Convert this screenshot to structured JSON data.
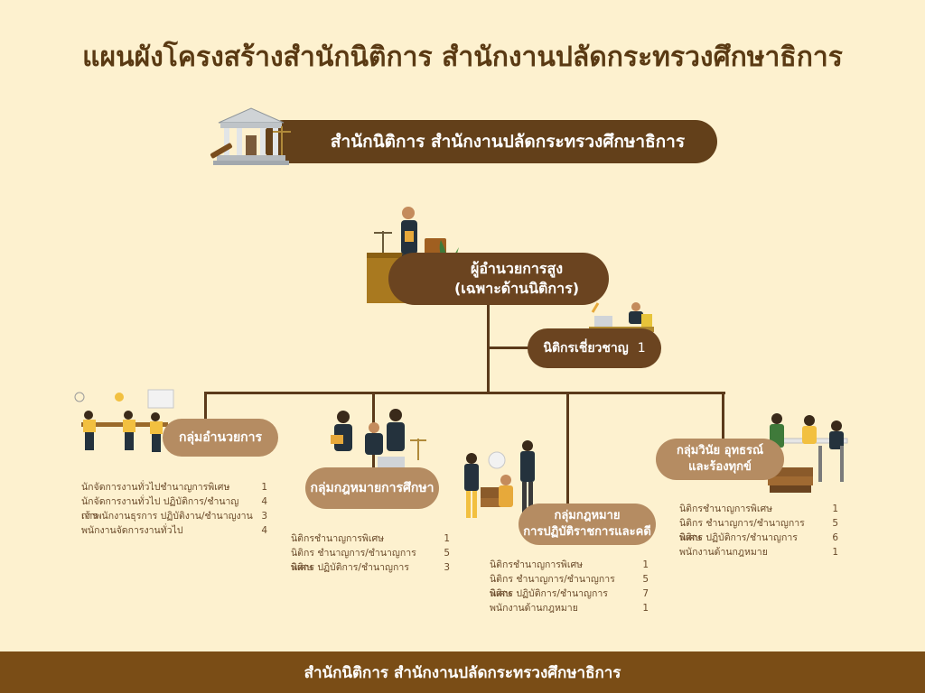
{
  "title": "แผนผังโครงสร้างสำนักนิติการ สำนักงานปลัดกระทรวงศึกษาธิการ",
  "banner": "สำนักนิติการ สำนักงานปลัดกระทรวงศึกษาธิการ",
  "director": {
    "line1": "ผู้อำนวยการสูง",
    "line2": "(เฉพาะด้านนิติการ)"
  },
  "expert": {
    "label": "นิติกรเชี่ยวชาญ",
    "count": "1"
  },
  "groups": [
    {
      "name": "กลุ่มอำนวยการ",
      "staff": [
        {
          "role": "นักจัดการงานทั่วไปชำนาญการพิเศษ",
          "count": "1"
        },
        {
          "role": "นักจัดการงานทั่วไป ปฏิบัติการ/ชำนาญการ",
          "count": "4"
        },
        {
          "role": "เจ้าพนักงานธุรการ ปฏิบัติงาน/ชำนาญงาน",
          "count": "3"
        },
        {
          "role": "พนักงานจัดการงานทั่วไป",
          "count": "4"
        }
      ]
    },
    {
      "name": "กลุ่มกฎหมายการศึกษา",
      "staff": [
        {
          "role": "นิติกรชำนาญการพิเศษ",
          "count": "1"
        },
        {
          "role": "นิติกร ชำนาญการ/ชำนาญการพิเศษ",
          "count": "5"
        },
        {
          "role": "นิติกร ปฏิบัติการ/ชำนาญการ",
          "count": "3"
        }
      ]
    },
    {
      "name_line1": "กลุ่มกฎหมาย",
      "name_line2": "การปฏิบัติราชการและคดี",
      "staff": [
        {
          "role": "นิติกรชำนาญการพิเศษ",
          "count": "1"
        },
        {
          "role": "นิติกร ชำนาญการ/ชำนาญการพิเศษ",
          "count": "5"
        },
        {
          "role": "นิติกร ปฏิบัติการ/ชำนาญการ",
          "count": "7"
        },
        {
          "role": "พนักงานด้านกฎหมาย",
          "count": "1"
        }
      ]
    },
    {
      "name_line1": "กลุ่มวินัย อุทธรณ์",
      "name_line2": "และร้องทุกข์",
      "staff": [
        {
          "role": "นิติกรชำนาญการพิเศษ",
          "count": "1"
        },
        {
          "role": "นิติกร ชำนาญการ/ชำนาญการพิเศษ",
          "count": "5"
        },
        {
          "role": "นิติกร ปฏิบัติการ/ชำนาญการ",
          "count": "6"
        },
        {
          "role": "พนักงานด้านกฎหมาย",
          "count": "1"
        }
      ]
    }
  ],
  "footer": "สำนักนิติการ สำนักงานปลัดกระทรวงศึกษาธิการ"
}
